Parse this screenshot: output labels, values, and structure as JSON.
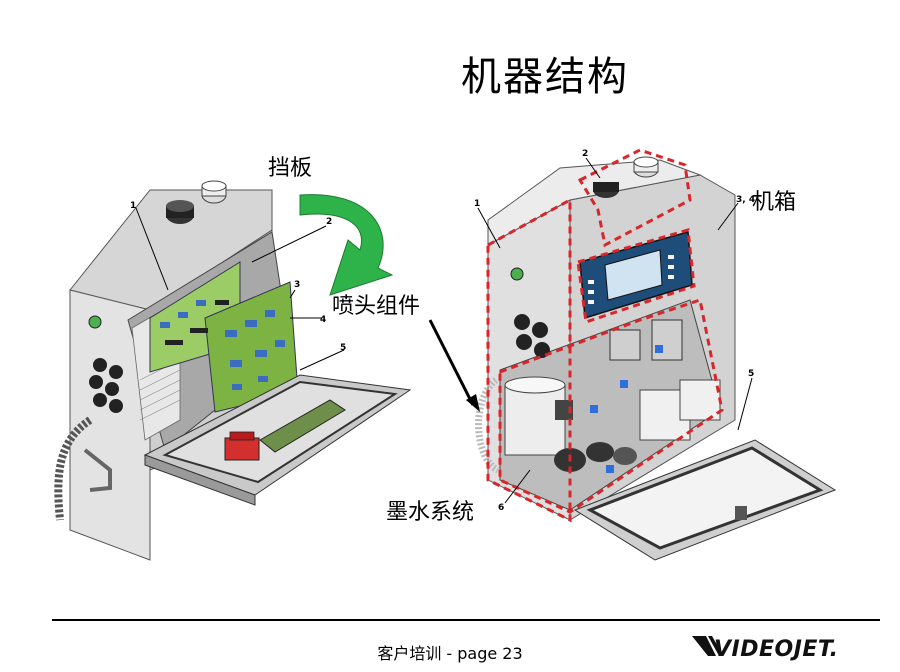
{
  "slide": {
    "title": "机器结构"
  },
  "left_figure": {
    "label_cover": "挡板",
    "label_printhead": "喷头组件",
    "numbers": [
      "1",
      "2",
      "3",
      "4",
      "5"
    ]
  },
  "right_figure": {
    "label_cabinet": "机箱",
    "label_ink_system": "墨水系统",
    "numbers": [
      "1",
      "2",
      "3, 4",
      "5",
      "6"
    ]
  },
  "footer": {
    "text": "客户培训 - page 23",
    "logo_text": "VIDEOJET."
  },
  "colors": {
    "arrow_green": "#2db34a",
    "dash_red": "#d9262b",
    "cabinet_grey": "#d9d9d9",
    "board_green": "#8bc34a",
    "tray_dark": "#333333"
  }
}
